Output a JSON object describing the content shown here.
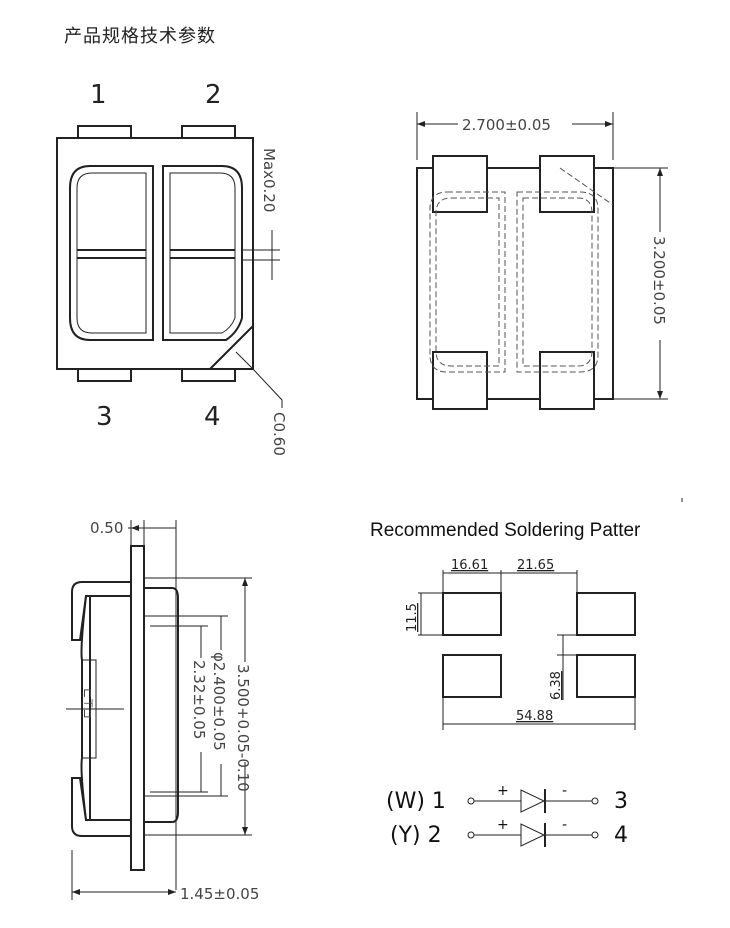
{
  "title": "产品规格技术参数",
  "top_view": {
    "pins": [
      "1",
      "2",
      "3",
      "4"
    ],
    "dim_height": "Max0.20",
    "chamfer": "C0.60"
  },
  "bottom_view": {
    "width": "2.700±0.05",
    "height": "3.200±0.05"
  },
  "side_view": {
    "thickness": "0.50",
    "length": "3.500+0.05-0.10",
    "diameter": "φ2.400±0.05",
    "inner": "2.32±0.05",
    "depth": "1.45±0.05"
  },
  "soldering": {
    "heading": "Recommended Soldering Patter",
    "pad_width": "16.61",
    "gap": "21.65",
    "pad_height": "11.5",
    "row_gap": "6.38",
    "total_width": "54.88"
  },
  "circuit": {
    "rows": [
      {
        "label": "(W) 1",
        "plus": "+",
        "minus": "-",
        "end": "3"
      },
      {
        "label": "(Y)  2",
        "plus": "+",
        "minus": "-",
        "end": "4"
      }
    ]
  }
}
